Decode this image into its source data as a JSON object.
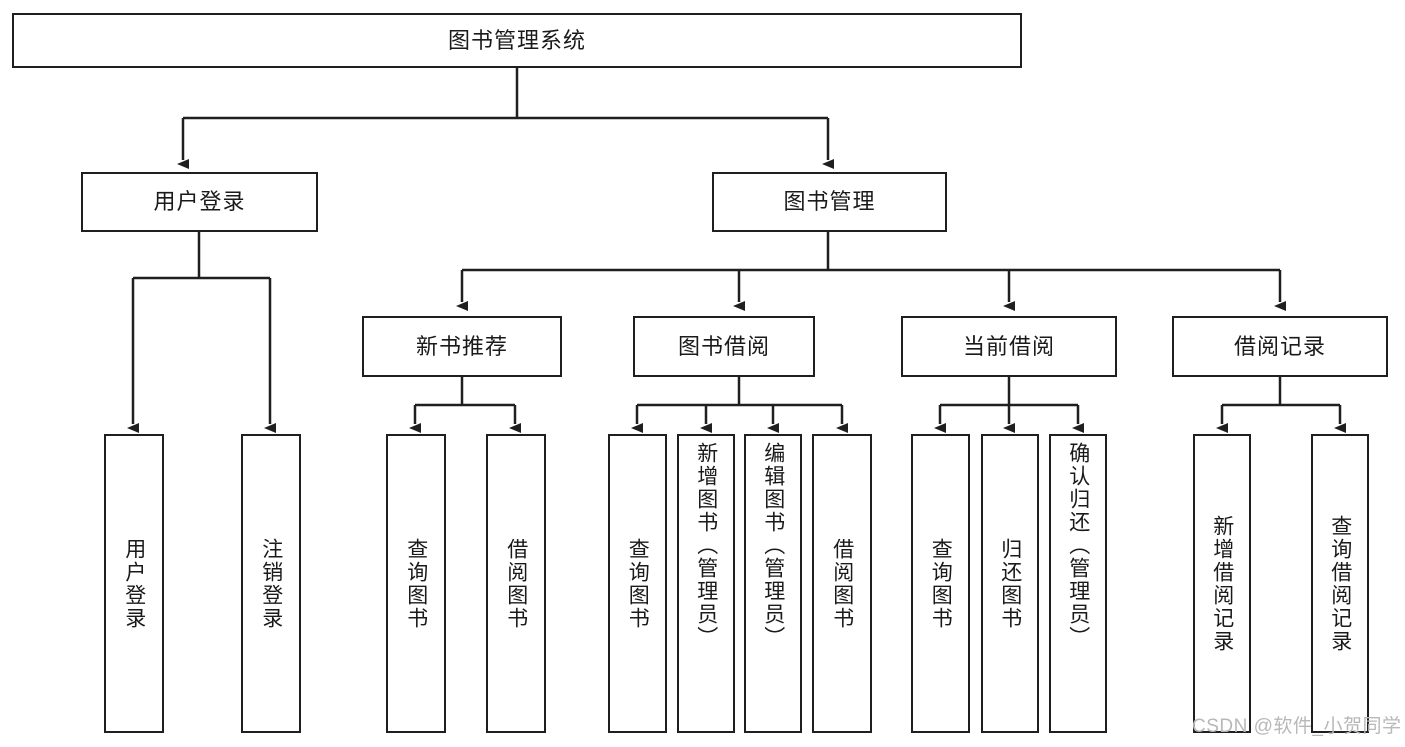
{
  "diagram": {
    "title": "图书管理系统",
    "watermark": "CSDN @软件_小贺同学",
    "line_color": "#1f1f1f",
    "box_fill": "#ffffff",
    "text_color": "#1a1a1a",
    "nodes": {
      "root": "图书管理系统",
      "l2_user_login": "用户登录",
      "l2_book_mgmt": "图书管理",
      "l3_new_book_rec": "新书推荐",
      "l3_book_borrow": "图书借阅",
      "l3_current_borrow": "当前借阅",
      "l3_borrow_record": "借阅记录",
      "l4_user_login": "用户登录",
      "l4_logout_login": "注销登录",
      "l4_query_book_rec": "查询图书",
      "l4_borrow_book_rec": "借阅图书",
      "l4_query_book_borrow": "查询图书",
      "l4_add_book_admin": "新增图书（管理员）",
      "l4_edit_book_admin": "编辑图书（管理员）",
      "l4_borrow_book": "借阅图书",
      "l4_query_book_cur": "查询图书",
      "l4_return_book": "归还图书",
      "l4_confirm_return_admin": "确认归还（管理员）",
      "l4_add_borrow_record": "新增借阅记录",
      "l4_query_borrow_record": "查询借阅记录"
    }
  }
}
